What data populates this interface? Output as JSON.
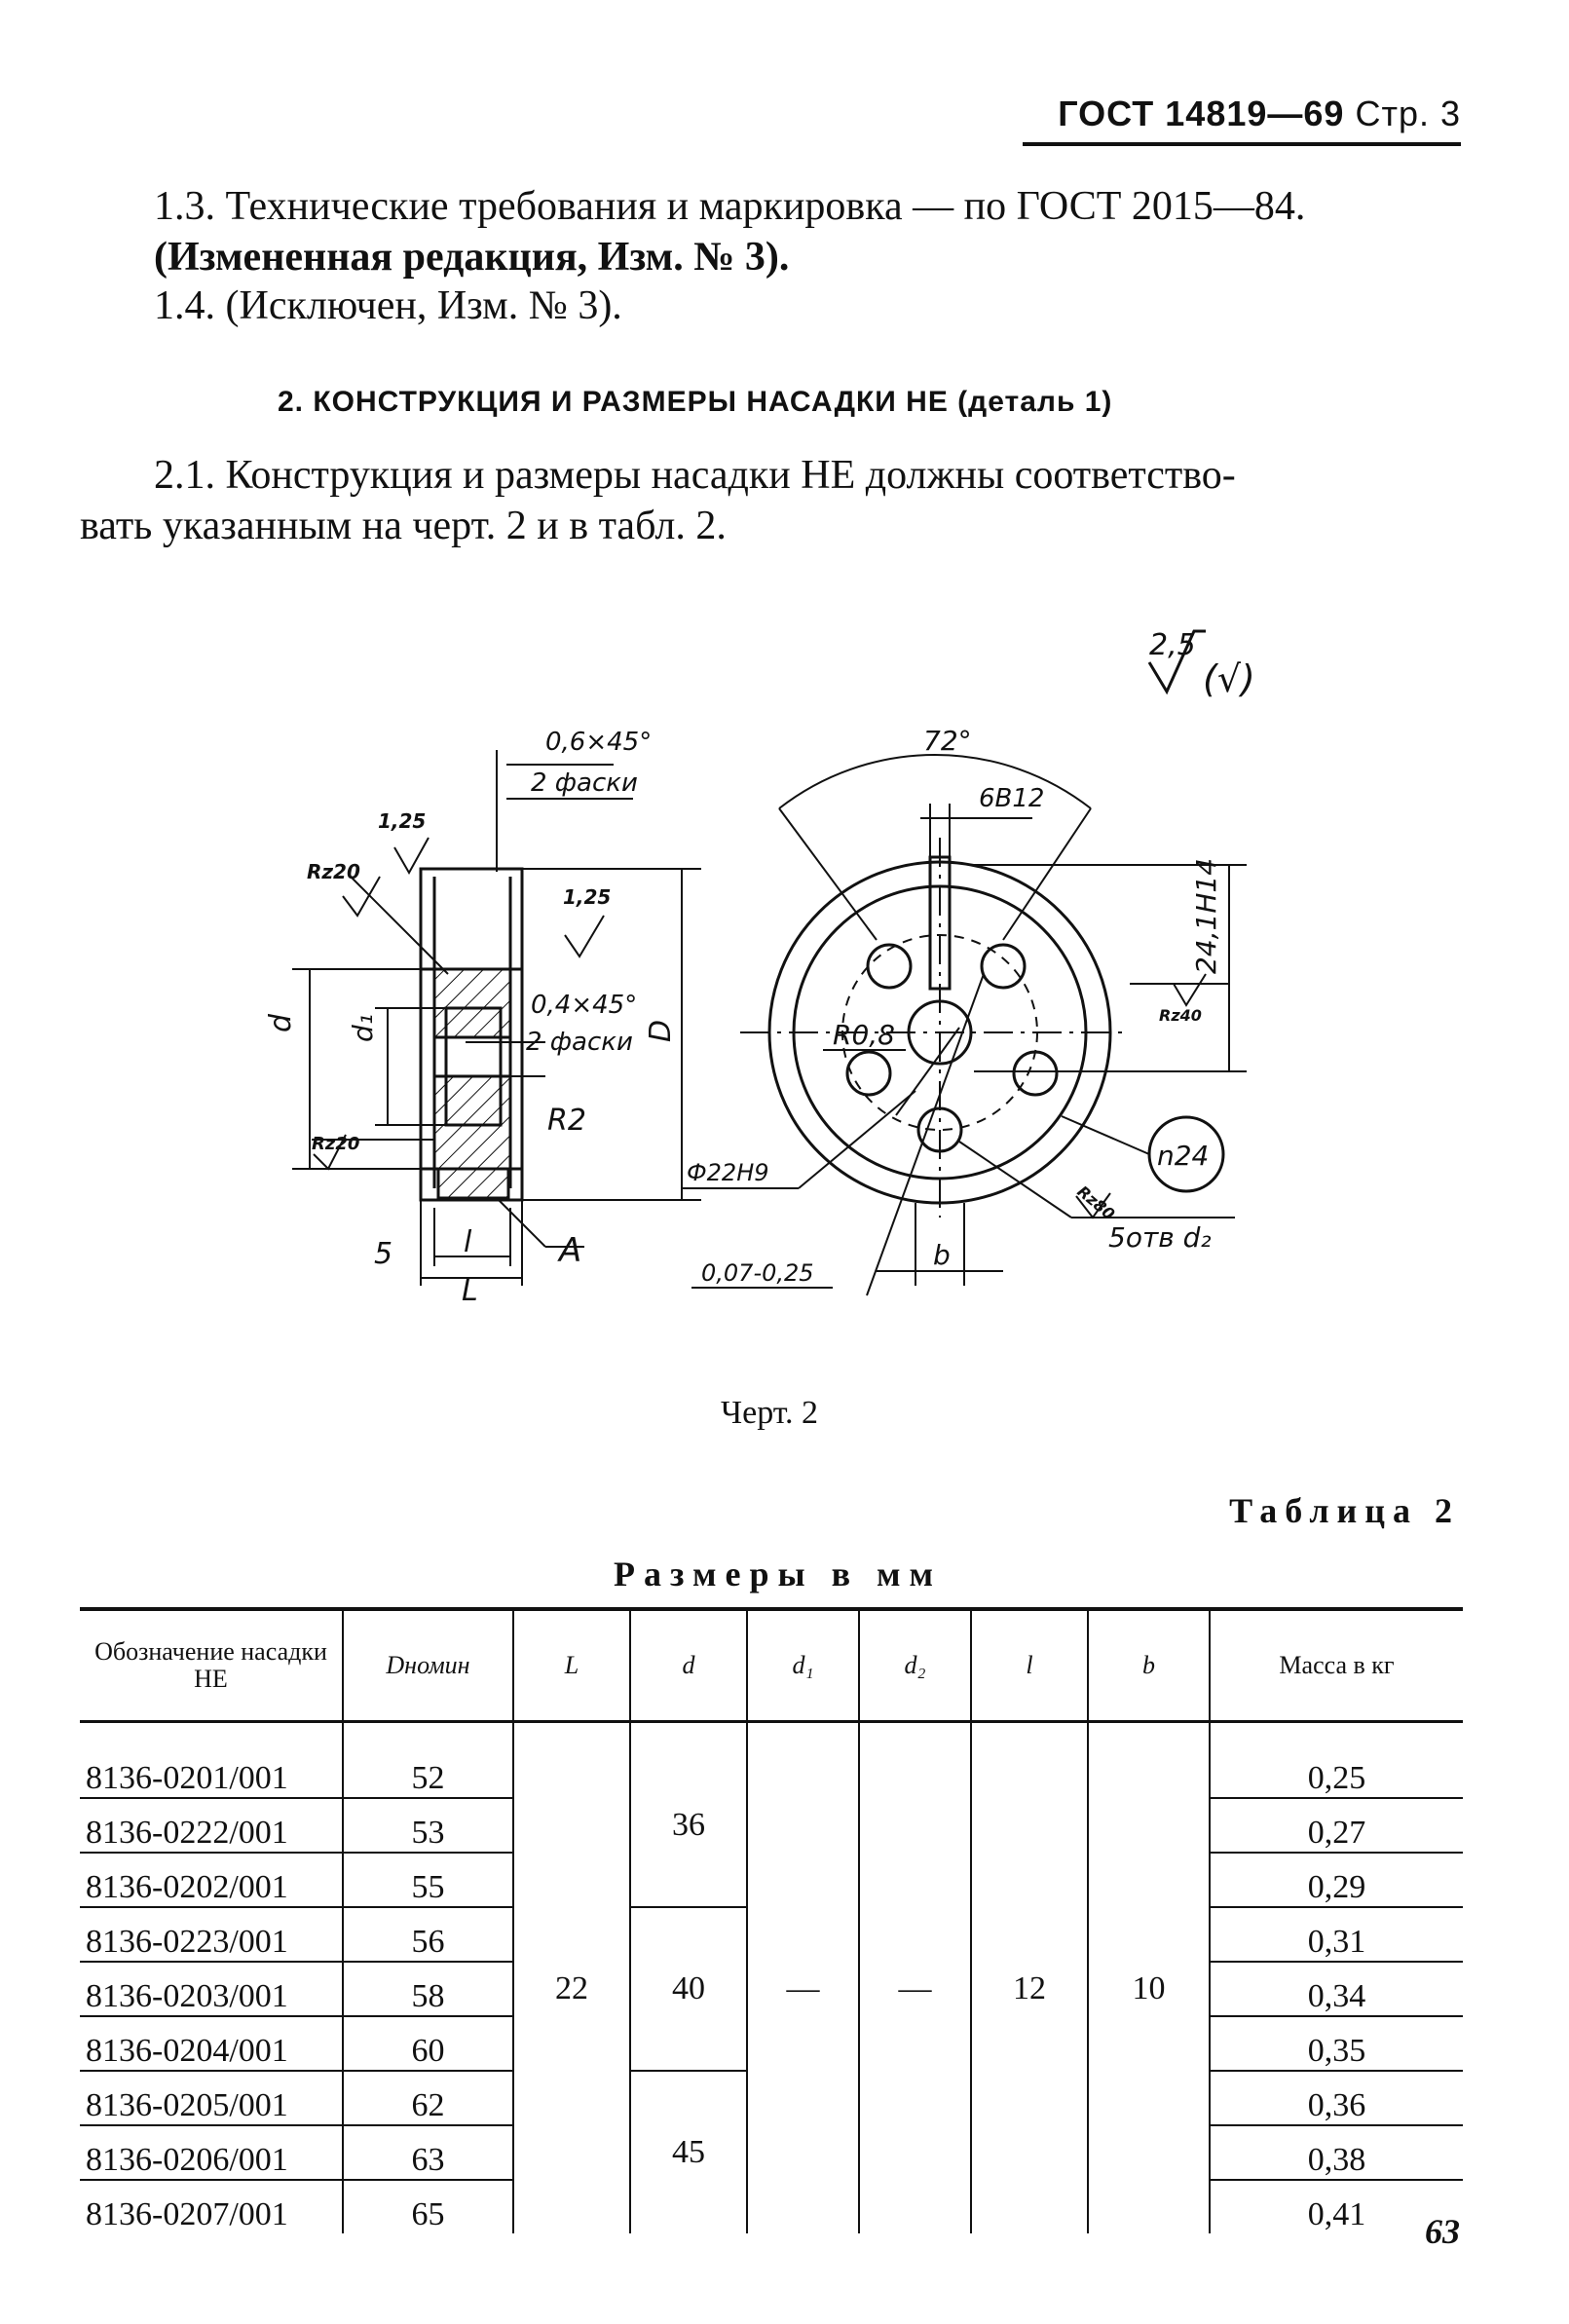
{
  "header": {
    "standard": "ГОСТ 14819—69",
    "page_label": "Стр. 3"
  },
  "paragraphs": {
    "p13": "1.3. Технические требования и маркировка — по ГОСТ 2015—84.",
    "p13_note": "(Измененная редакция, Изм. № 3).",
    "p14": "1.4. (Исключен, Изм. № 3).",
    "section_title": "2. КОНСТРУКЦИЯ И РАЗМЕРЫ НАСАДКИ НЕ (деталь 1)",
    "p21_line1": "2.1. Конструкция и размеры насадки НЕ должны соответство-",
    "p21_line2": "вать указанным на черт. 2 и в табл. 2."
  },
  "drawing": {
    "roughness_general": "2,5",
    "roughness_other": "(√)",
    "labels": {
      "chamfer_outer": "0,6×45°",
      "chamfer_outer_count": "2 фаски",
      "ra_left_top": "1,25",
      "rz20_top": "Rz20",
      "ra_right": "1,25",
      "chamfer_inner": "0,4×45°",
      "chamfer_inner_count": "2 фаски",
      "dim_d": "d",
      "dim_d1": "d₁",
      "dim_D": "D",
      "rz20_bottom": "Rz20",
      "radius": "R2",
      "dim_5": "5",
      "dim_l": "l",
      "dim_L": "L",
      "view_A": "А",
      "angle": "72°",
      "slot": "6В12",
      "key_depth": "24,1H14",
      "rz40": "Rz40",
      "radius_key": "R0,8",
      "bore": "Ф22Н9",
      "runout": "0,07-0,25",
      "dim_b": "b",
      "rz80": "Rz80",
      "holes": "5отв d₂",
      "circle_n": "n24"
    },
    "caption": "Черт. 2"
  },
  "table": {
    "name": "Таблица 2",
    "units": "Размеры в мм",
    "headers": [
      "Обозначение насадки НЕ",
      "Dномин",
      "L",
      "d",
      "d₁",
      "d₂",
      "l",
      "b",
      "Масса в кг"
    ],
    "rows": [
      [
        "8136-0201/001",
        "52",
        "0,25"
      ],
      [
        "8136-0222/001",
        "53",
        "0,27"
      ],
      [
        "8136-0202/001",
        "55",
        "0,29"
      ],
      [
        "8136-0223/001",
        "56",
        "0,31"
      ],
      [
        "8136-0203/001",
        "58",
        "0,34"
      ],
      [
        "8136-0204/001",
        "60",
        "0,35"
      ],
      [
        "8136-0205/001",
        "62",
        "0,36"
      ],
      [
        "8136-0206/001",
        "63",
        "0,38"
      ],
      [
        "8136-0207/001",
        "65",
        "0,41"
      ]
    ],
    "merged": {
      "L": "22",
      "d_group1": "36",
      "d_group2": "40",
      "d_group3": "45",
      "d1": "—",
      "d2": "—",
      "l": "12",
      "b": "10"
    }
  },
  "page_number": "63"
}
